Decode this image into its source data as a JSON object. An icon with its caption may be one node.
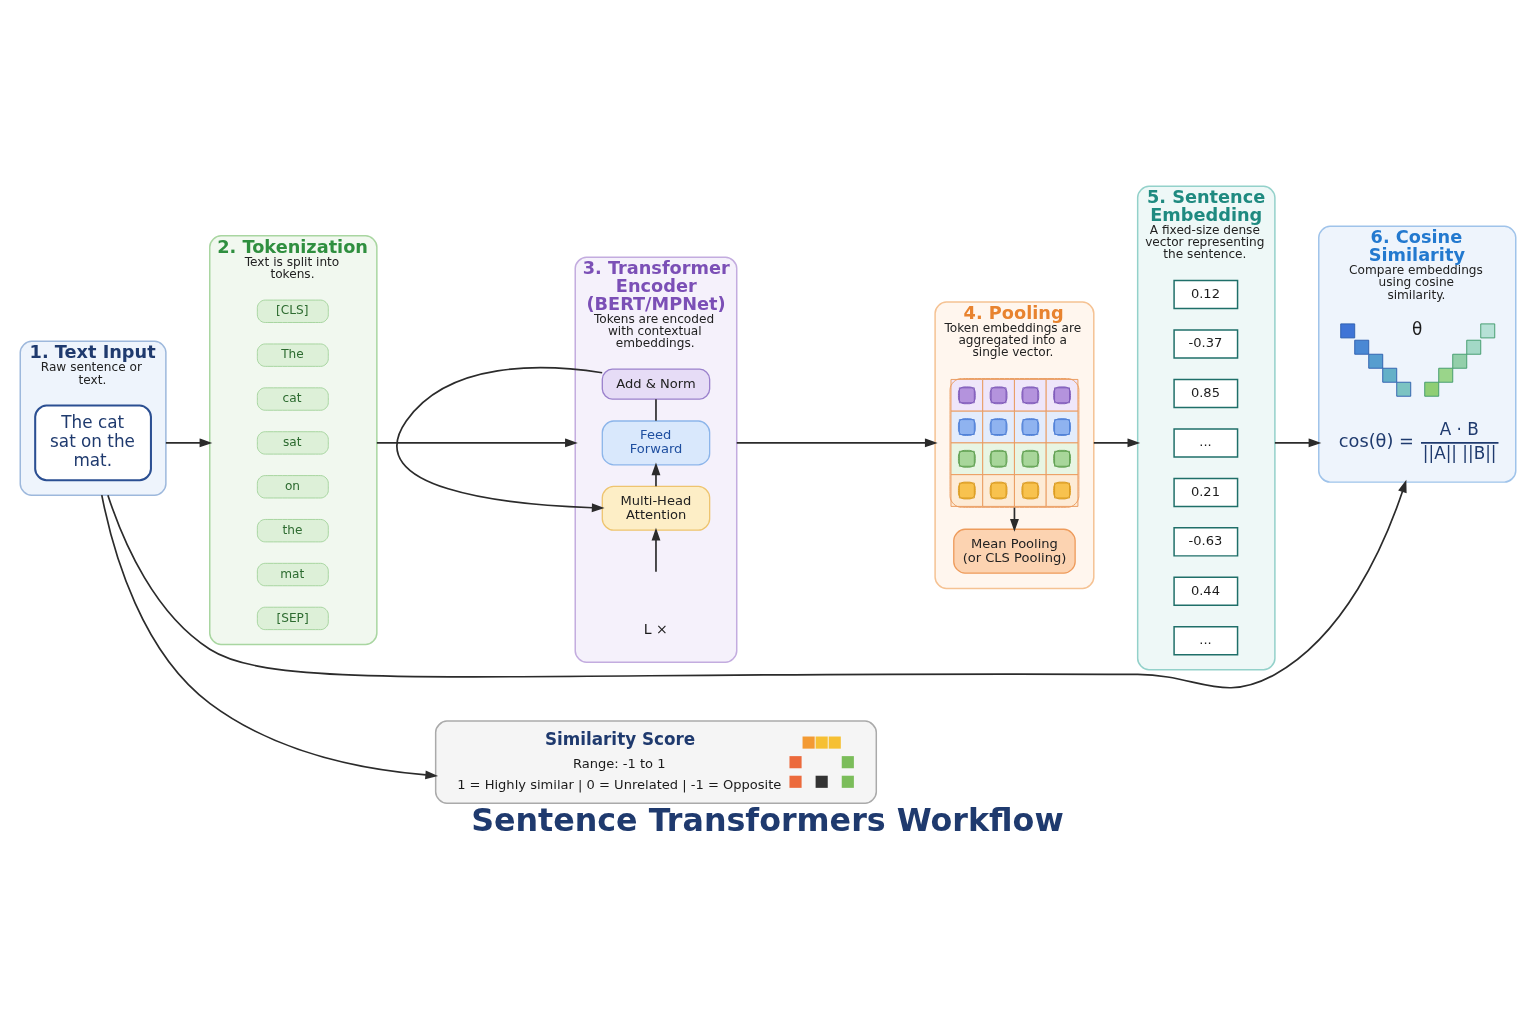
{
  "diagram": {
    "title": "Sentence Transformers Workflow",
    "nodes": [
      {
        "text": [
          "1. Text Input",
          "Raw sentence or text."
        ]
      },
      {
        "text": [
          "The cat sat on the mat."
        ],
        "in": 0
      },
      {
        "text": [
          "2. Tokenization",
          "Text is split into tokens."
        ]
      },
      {
        "text": [
          "[CLS]"
        ],
        "in": 2
      },
      {
        "text": [
          "The"
        ],
        "in": 2
      },
      {
        "text": [
          "cat"
        ],
        "in": 2
      },
      {
        "text": [
          "sat"
        ],
        "in": 2
      },
      {
        "text": [
          "on"
        ],
        "in": 2
      },
      {
        "text": [
          "the"
        ],
        "in": 2
      },
      {
        "text": [
          "mat"
        ],
        "in": 2
      },
      {
        "text": [
          "[SEP]"
        ],
        "in": 2
      },
      {
        "text": [
          "3. Transformer Encoder (BERT/MPNet)",
          "Tokens are encoded with contextual embeddings."
        ]
      },
      {
        "text": [
          "Add & Norm"
        ],
        "in": 11
      },
      {
        "text": [
          "Feed Forward"
        ],
        "in": 11
      },
      {
        "text": [
          "Multi-Head Attention"
        ],
        "in": 11
      },
      {
        "text": [
          "4. Pooling",
          "Token embeddings are aggregated into a single vector."
        ]
      },
      {
        "text": [],
        "shape": "picture",
        "in": 15
      },
      {
        "text": [
          "Mean Pooling (or CLS Pooling)"
        ],
        "in": 15
      },
      {
        "text": [
          "5. Sentence Embedding",
          "A fixed-size dense vector representing the sentence."
        ]
      },
      {
        "text": [
          "0.12"
        ],
        "in": 18
      },
      {
        "text": [
          "-0.37"
        ],
        "in": 18
      },
      {
        "text": [
          "0.85"
        ],
        "in": 18
      },
      {
        "text": [
          "..."
        ],
        "in": 18
      },
      {
        "text": [
          "0.21"
        ],
        "in": 18
      },
      {
        "text": [
          "-0.63"
        ],
        "in": 18
      },
      {
        "text": [
          "0.44"
        ],
        "in": 18
      },
      {
        "text": [
          "..."
        ],
        "in": 18
      },
      {
        "text": [
          "6. Cosine Similarity",
          "Compare embeddings using cosine similarity."
        ]
      },
      {
        "text": [
          "Similarity Score",
          "Range: -1 to 1",
          "1 = Highly similar | 0 = Unrelated | -1 = Opposite"
        ]
      }
    ],
    "edges": [
      {
        "from": 0,
        "to": 2,
        "arrow": "to"
      },
      {
        "from": 2,
        "to": 11,
        "arrow": "to"
      },
      {
        "from": 11,
        "to": 15,
        "arrow": "to"
      },
      {
        "from": 15,
        "to": 18,
        "arrow": "to"
      },
      {
        "from": 18,
        "to": 27,
        "arrow": "to"
      },
      {
        "from": null,
        "to": 14,
        "arrow": "to"
      },
      {
        "from": 14,
        "to": 13,
        "arrow": "to"
      },
      {
        "from": 13,
        "to": 12,
        "arrow": "none"
      },
      {
        "from": 12,
        "to": 14,
        "arrow": "to"
      },
      {
        "from": 16,
        "to": 17,
        "arrow": "to"
      },
      {
        "from": 0,
        "to": 28,
        "arrow": "to"
      },
      {
        "from": 0,
        "to": 27,
        "arrow": "to"
      }
    ],
    "labels": [
      "L ×",
      "θ",
      "cos(θ) =",
      "A · B",
      "||A|| ||B||"
    ]
  }
}
